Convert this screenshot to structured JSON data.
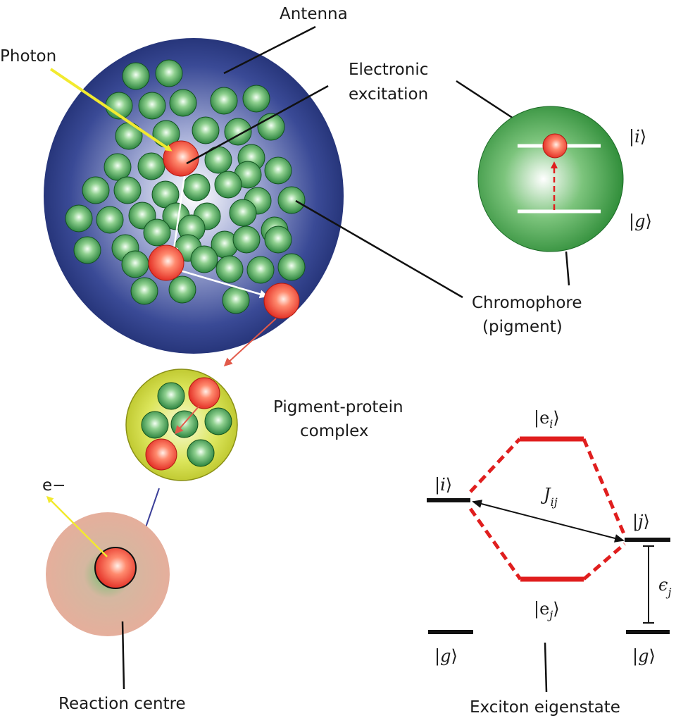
{
  "labels": {
    "antenna": "Antenna",
    "photon": "Photon",
    "electronic_excitation_line1": "Electronic",
    "electronic_excitation_line2": "excitation",
    "chromophore_line1": "Chromophore",
    "chromophore_line2": "(pigment)",
    "ppc_line1": "Pigment-protein",
    "ppc_line2": "complex",
    "reaction_centre": "Reaction centre",
    "electron": "e−",
    "exciton_eigenstate": "Exciton eigenstate"
  },
  "chromophore_states": {
    "excited": "i",
    "ground": "g"
  },
  "exciton_levels": {
    "site_i": "i",
    "site_j": "j",
    "ground_left": "g",
    "ground_right": "g",
    "eig_upper": "e",
    "eig_upper_sub": "i",
    "eig_lower": "e",
    "eig_lower_sub": "j",
    "coupling": "J",
    "coupling_sub": "ij",
    "energy": "ϵ",
    "energy_sub": "j"
  },
  "colors": {
    "antenna_outer": "#1c2a6b",
    "antenna_inner": "#ffffff",
    "pigment_green": "#2e8a3e",
    "excitation_red": "#e8312a",
    "ppc_fill": "#d6e23a",
    "reaction_centre_fill": "#e8b09e",
    "chromophore_fill": "#2f9a3c",
    "photon_arrow": "#f2ea2f",
    "transfer_arrow_red": "#e25a4a",
    "transfer_arrow_blue": "#3b3f99",
    "dashed_red": "#e01e1e"
  }
}
